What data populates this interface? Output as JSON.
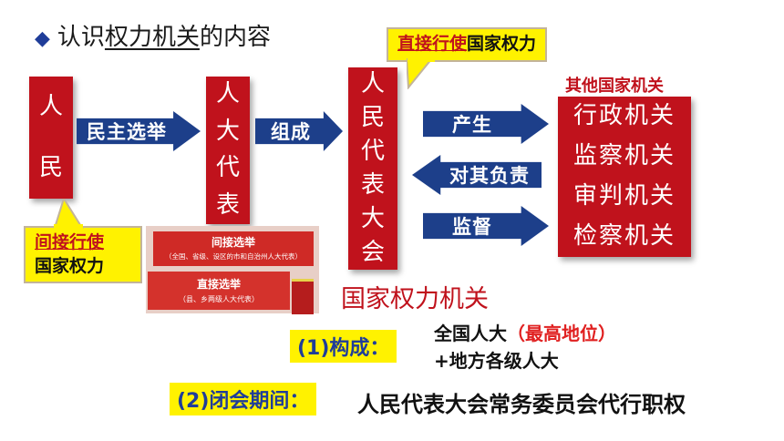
{
  "title": {
    "prefix": "认识",
    "underlined": "权力机关",
    "suffix": "的内容"
  },
  "people_box": {
    "lines": [
      "人",
      "民"
    ]
  },
  "npc_box": {
    "lines": [
      "人",
      "大",
      "代",
      "表"
    ]
  },
  "congress_box": {
    "lines": [
      "人",
      "民",
      "代",
      "表",
      "大",
      "会"
    ]
  },
  "other_organs": {
    "header": "其他国家机关",
    "items": [
      "行政机关",
      "监察机关",
      "审判机关",
      "检察机关"
    ]
  },
  "arrows": {
    "democratic_election": "民主选举",
    "compose": "组成",
    "produce": "产生",
    "responsible": "对其负责",
    "supervise": "监督"
  },
  "callout_direct": {
    "highlight": "直接行使",
    "rest": "国家权力"
  },
  "callout_indirect": {
    "highlight": "间接行使",
    "rest": "国家权力"
  },
  "election_photo": {
    "indirect_title": "间接选举",
    "indirect_sub": "（全国、省级、设区的市和自治州人大代表）",
    "direct_title": "直接选举",
    "direct_sub": "（县、乡两级人大代表）"
  },
  "state_power_organs": "国家权力机关",
  "composition": {
    "label": "(1)构成：",
    "line1": "全国人大",
    "line1_paren": "（最高地位）",
    "line2": "+地方各级人大"
  },
  "recess": {
    "label": "(2)闭会期间：",
    "text": "人民代表大会常务委员会代行职权"
  },
  "colors": {
    "red": "#c0121c",
    "navy": "#1d3f8a",
    "yellow": "#fff200"
  }
}
